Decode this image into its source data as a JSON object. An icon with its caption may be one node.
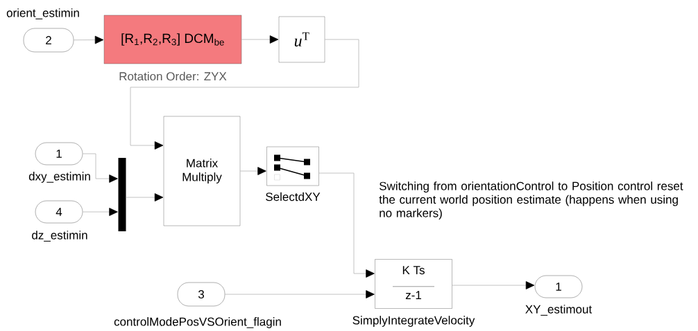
{
  "diagram": {
    "nodes": [
      {
        "text": [
          "2"
        ],
        "beside": [
          "orient_estimin"
        ]
      },
      {
        "text": [
          "[R$_{1}$,R$_{2}$,R$_{3}$]  DCM$_{be}$"
        ],
        "beside": [
          "Rotation Order: ZYX"
        ]
      },
      {
        "text": [
          "*u*$^{T}$"
        ]
      },
      {
        "text": [
          "1"
        ],
        "beside": [
          "dxy_estimin"
        ]
      },
      {
        "text": [
          "4"
        ],
        "beside": [
          "dz_estimin"
        ]
      },
      {
        "text": [],
        "shape": "bar"
      },
      {
        "text": [
          "Matrix Multiply"
        ]
      },
      {
        "text": [],
        "shape": "box",
        "beside": [
          "SelectdXY"
        ]
      },
      {
        "text": [
          "3"
        ],
        "beside": [
          "controlModePosVSOrient_flagin"
        ]
      },
      {
        "text": [
          "K Ts",
          "z-1"
        ],
        "beside": [
          "SimplyIntegrateVelocity"
        ]
      },
      {
        "text": [
          "1"
        ],
        "beside": [
          "XY_estimout"
        ]
      }
    ],
    "edges": [
      {
        "from": 0,
        "to": 1,
        "arrow": "to"
      },
      {
        "from": 1,
        "to": 2,
        "arrow": "to"
      },
      {
        "from": 2,
        "to": 6,
        "arrow": "to"
      },
      {
        "from": 3,
        "to": 5,
        "arrow": "to"
      },
      {
        "from": 4,
        "to": 5,
        "arrow": "to"
      },
      {
        "from": 5,
        "to": 6,
        "arrow": "to"
      },
      {
        "from": 6,
        "to": 7,
        "arrow": "to"
      },
      {
        "from": 7,
        "to": 9,
        "arrow": "to"
      },
      {
        "from": 8,
        "to": 9,
        "arrow": "to"
      },
      {
        "from": 9,
        "to": 10,
        "arrow": "to"
      }
    ],
    "labels": [
      "Switching from orientationControl to Position control reset the current world position estimate (happens when using no markers)"
    ]
  }
}
